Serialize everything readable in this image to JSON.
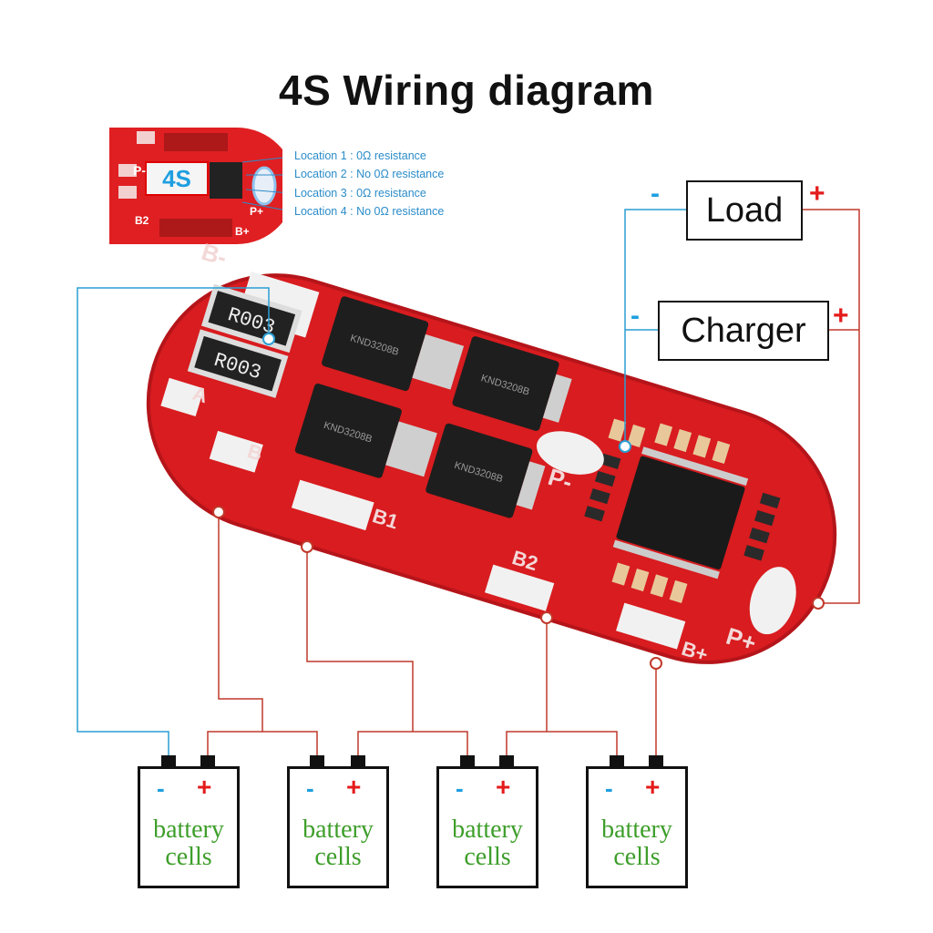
{
  "title": "4S Wiring diagram",
  "thumbnail": {
    "badge": "4S",
    "pads": {
      "p_minus": "P-",
      "b2": "B2",
      "b_plus": "B+"
    }
  },
  "locations": [
    "Location 1 : 0Ω resistance",
    "Location 2 : No 0Ω resistance",
    "Location 3 : 0Ω resistance",
    "Location 4 : No 0Ω resistance"
  ],
  "load": {
    "label": "Load",
    "neg": "-",
    "pos": "+"
  },
  "charger": {
    "label": "Charger",
    "neg": "-",
    "pos": "+"
  },
  "board": {
    "pads": {
      "b_minus": "B-",
      "a": "A",
      "b": "B",
      "b1": "B1",
      "b2": "B2",
      "p_minus": "P-",
      "p_plus": "P+",
      "b_plus": "B+"
    },
    "resistors": [
      "R003",
      "R003"
    ],
    "mosfets": [
      "KND3208B",
      "KND3208B",
      "KND3208B",
      "KND3208B"
    ]
  },
  "cells": [
    {
      "text": "battery cells",
      "neg": "-",
      "pos": "+"
    },
    {
      "text": "battery cells",
      "neg": "-",
      "pos": "+"
    },
    {
      "text": "battery cells",
      "neg": "-",
      "pos": "+"
    },
    {
      "text": "battery cells",
      "neg": "-",
      "pos": "+"
    }
  ],
  "colors": {
    "board": "#e01f22",
    "wire_neg": "#2a9ed4",
    "wire_pos": "#c0392b",
    "cell_text": "#3d9e2a"
  }
}
